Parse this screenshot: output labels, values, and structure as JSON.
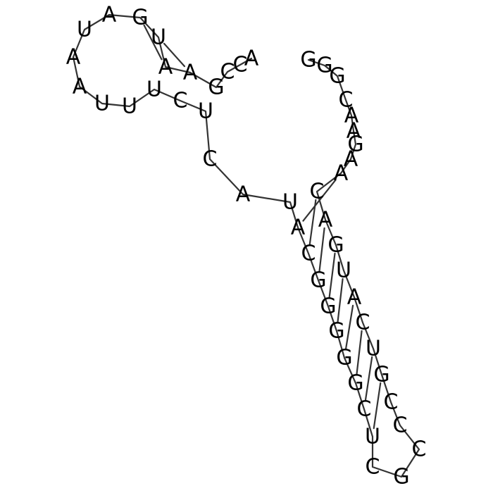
{
  "diagram": {
    "type": "rna-secondary-structure",
    "sequence": "ACCGAAUGAUAAUUUCUCAUACGGGGGCUCGCCCGUCAUGACAAGAACGGG",
    "nucleotides": [
      "A",
      "C",
      "C",
      "G",
      "A",
      "A",
      "U",
      "G",
      "A",
      "U",
      "A",
      "A",
      "U",
      "U",
      "U",
      "C",
      "U",
      "C",
      "A",
      "U",
      "A",
      "C",
      "G",
      "G",
      "G",
      "G",
      "G",
      "C",
      "U",
      "C",
      "G",
      "C",
      "C",
      "C",
      "G",
      "U",
      "C",
      "A",
      "U",
      "G",
      "A",
      "C",
      "A",
      "A",
      "G",
      "A",
      "A",
      "C",
      "G",
      "G",
      "G"
    ],
    "pairs": [
      [
        4,
        6
      ],
      [
        5,
        7
      ],
      [
        20,
        42
      ],
      [
        21,
        41
      ],
      [
        22,
        40
      ],
      [
        23,
        39
      ],
      [
        24,
        38
      ],
      [
        25,
        37
      ],
      [
        26,
        36
      ],
      [
        27,
        35
      ],
      [
        28,
        34
      ]
    ],
    "colors": {
      "backbone": "#333333",
      "text": "#000000",
      "background": "#ffffff"
    }
  }
}
